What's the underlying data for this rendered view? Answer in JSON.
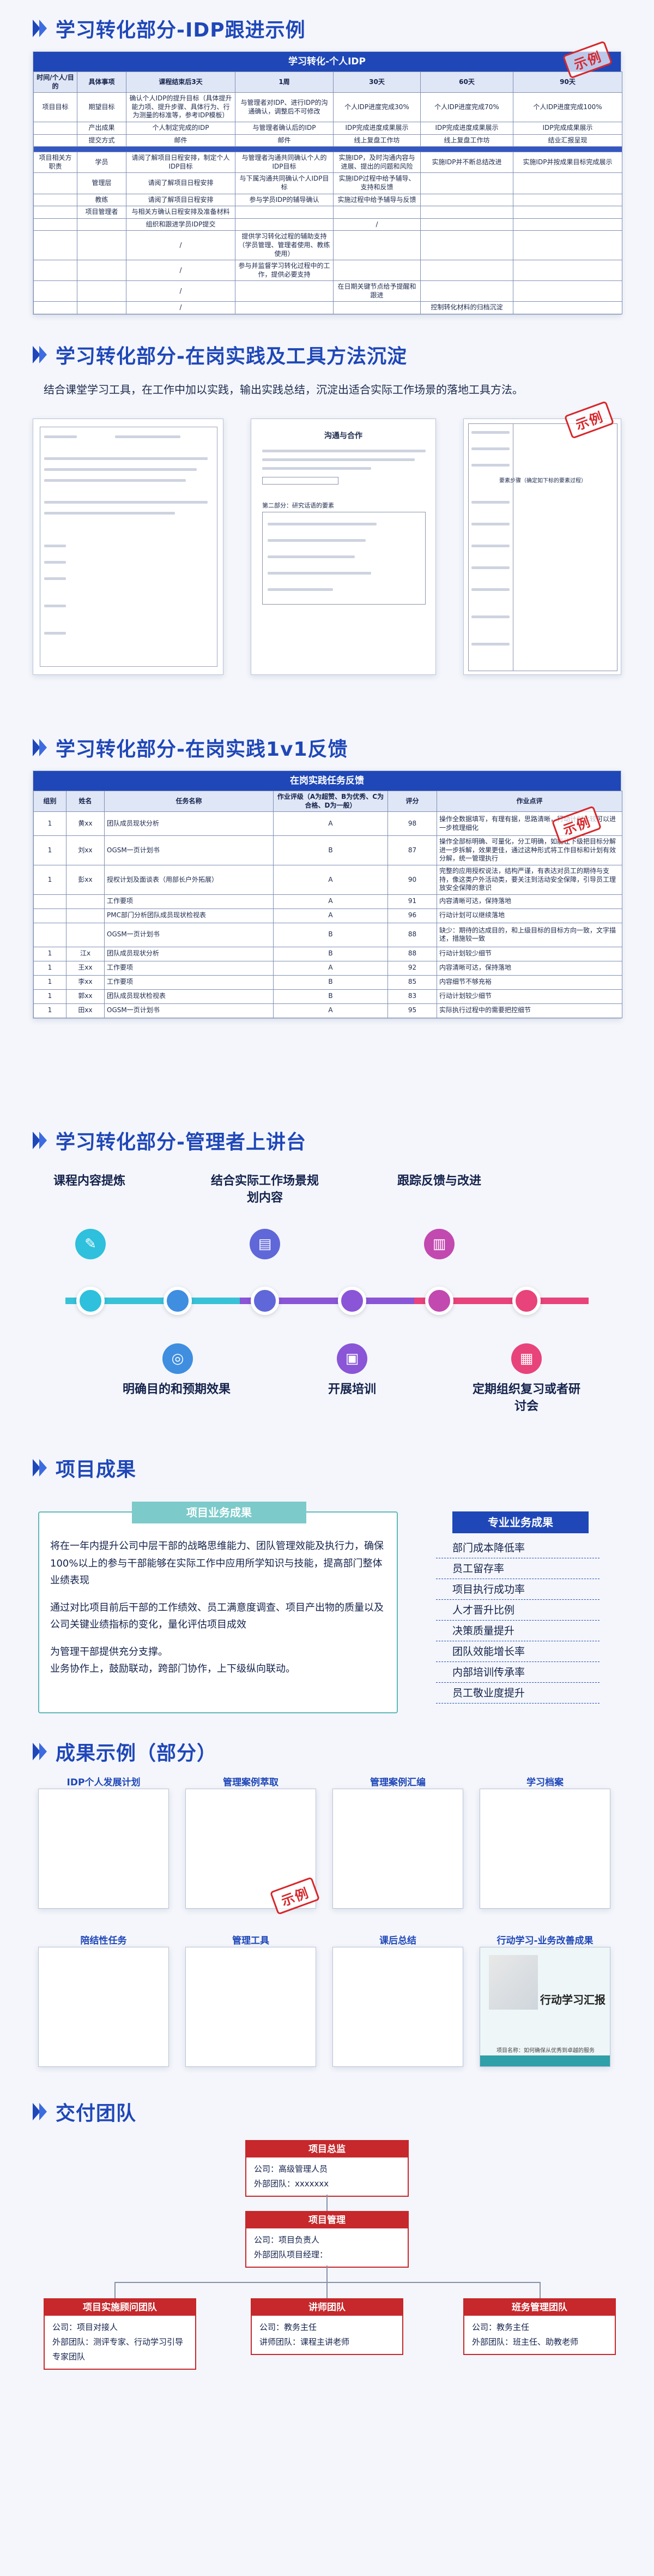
{
  "sections": {
    "idp": "学习转化部分-IDP跟进示例",
    "practice": "学习转化部分-在岗实践及工具方法沉淀",
    "feedback": "学习转化部分-在岗实践1v1反馈",
    "lecture": "学习转化部分-管理者上讲台",
    "results": "项目成果",
    "examples": "成果示例（部分）",
    "team": "交付团队"
  },
  "stamp": "示例",
  "idp": {
    "title": "学习转化-个人IDP",
    "head": [
      "时间/个人/目的",
      "具体事项",
      "课程结束后3天",
      "1周",
      "30天",
      "60天",
      "90天"
    ],
    "rows": [
      [
        "项目目标",
        "期望目标",
        "确认个人IDP的提升目标（具体提升能力项、提升步骤、具体行为、行为测量的标准等，参考IDP模板）",
        "与管理者对IDP、进行IDP的沟通确认，调整后不可修改",
        "个人IDP进度完成30%",
        "个人IDP进度完成70%",
        "个人IDP进度完成100%"
      ],
      [
        "",
        "产出成果",
        "个人制定完成的IDP",
        "与管理者确认后的IDP",
        "IDP完成进度成果展示",
        "IDP完成进度成果展示",
        "IDP完成成果展示"
      ],
      [
        "",
        "提交方式",
        "邮件",
        "邮件",
        "线上复盘工作坊",
        "线上复盘工作坊",
        "结业汇报呈现"
      ]
    ],
    "roles": [
      [
        "项目相关方职责",
        "学员",
        "请阅了解项目日程安排，制定个人IDP目标",
        "与管理者沟通共同确认个人的IDP目标",
        "实施IDP，及时沟通内容与进展、提出的问题和风险",
        "实施IDP并不断总结改进",
        "实施IDP并按成果目标完成展示"
      ],
      [
        "",
        "管理层",
        "请阅了解项目日程安排",
        "与下属沟通共同确认个人IDP目标",
        "实施IDP过程中给予辅导、支持和反馈",
        "",
        ""
      ],
      [
        "",
        "教练",
        "请阅了解项目日程安排",
        "参与学员IDP的辅导确认",
        "实施过程中给予辅导与反馈",
        "",
        ""
      ],
      [
        "",
        "项目管理者",
        "与相关方确认日程安排及准备材料",
        "",
        "",
        "",
        ""
      ],
      [
        "",
        "",
        "组织和跟进学员IDP提交",
        "",
        "/",
        "",
        ""
      ],
      [
        "",
        "",
        "/",
        "提供学习转化过程的辅助支持（学员管理、管理者使用、教练使用）",
        "",
        "",
        ""
      ],
      [
        "",
        "",
        "/",
        "参与并监督学习转化过程中的工作，提供必要支持",
        "",
        "",
        ""
      ],
      [
        "",
        "",
        "/",
        "",
        "在日期关键节点给予提醒和跟进",
        "",
        ""
      ],
      [
        "",
        "",
        "/",
        "",
        "",
        "控制转化材料的归档沉淀",
        ""
      ]
    ]
  },
  "practice": {
    "intro": "结合课堂学习工具，在工作中加以实践，输出实践总结，沉淀出适合实际工作场景的落地工具方法。",
    "doc2_title": "沟通与合作",
    "doc2_section": "第二部分：研究话语的要素",
    "doc3_step": "要素步骤（确定如下标的要素过程）"
  },
  "feedback": {
    "title": "在岗实践任务反馈",
    "headers": [
      "组别",
      "姓名",
      "任务名称",
      "作业评级（A为超赞、B为优秀、C为合格、D为一般）",
      "评分",
      "作业点评"
    ],
    "rows": [
      [
        "1",
        "黄xx",
        "团队成员现状分析",
        "A",
        "98",
        "操作全数据填写，有理有据，思路清晰，行动计划比较可以进一步梳理细化"
      ],
      [
        "1",
        "刘xx",
        "OGSM一页计划书",
        "B",
        "87",
        "操作全部标明确、可量化，分工明确，如能让下级把目标分解进一步拆解，效果更佳，通过这种形式将工作目标和计划有效分解，统一管理执行"
      ],
      [
        "1",
        "彭xx",
        "授权计划及面谈表（用部长户外拓展）",
        "A",
        "90",
        "完整的应用授权说法，结构严谨，有表达对员工的期待与支持，像这类户外活动类，要关注到活动安全保障，引导员工理放安全保障的意识"
      ],
      [
        "",
        "",
        "工作要项",
        "A",
        "91",
        "内容清晰可达，保持落地"
      ],
      [
        "",
        "",
        "PMC部门分析团队成员现状检视表",
        "A",
        "96",
        "行动计划可以继续落地"
      ],
      [
        "",
        "",
        "OGSM一页计划书",
        "B",
        "88",
        "缺少：期待的达成目的，和上级目标的目标方向一致，文字描述，措施较一致"
      ],
      [
        "1",
        "江x",
        "团队成员现状分析",
        "B",
        "88",
        "行动计划较少细节"
      ],
      [
        "1",
        "王xx",
        "工作要项",
        "A",
        "92",
        "内容清晰可达，保持落地"
      ],
      [
        "1",
        "李xx",
        "工作要项",
        "B",
        "85",
        "内容细节不够充裕"
      ],
      [
        "1",
        "郭xx",
        "团队成员现状检视表",
        "B",
        "83",
        "行动计划较少细节"
      ],
      [
        "1",
        "田xx",
        "OGSM一页计划书",
        "A",
        "95",
        "实际执行过程中的需要把控细节"
      ]
    ]
  },
  "lecture": {
    "top": [
      "课程内容提炼",
      "结合实际工作场景规划内容",
      "跟踪反馈与改进"
    ],
    "bottom": [
      "明确目的和预期效果",
      "开展培训",
      "定期组织复习或者研讨会"
    ]
  },
  "results": {
    "left_title": "项目业务成果",
    "left_paras": [
      "将在一年内提升公司中层干部的战略思维能力、团队管理效能及执行力，确保100%以上的参与干部能够在实际工作中应用所学知识与技能，提高部门整体业绩表现",
      "通过对比项目前后干部的工作绩效、员工满意度调查、项目产出物的质量以及公司关键业绩指标的变化，量化评估项目成效",
      "为管理干部提供充分支撑。",
      "业务协作上，鼓励联动，跨部门协作，上下级纵向联动。"
    ],
    "right_title": "专业业务成果",
    "right_items": [
      "部门成本降低率",
      "员工留存率",
      "项目执行成功率",
      "人才晋升比例",
      "决策质量提升",
      "团队效能增长率",
      "内部培训传承率",
      "员工敬业度提升"
    ]
  },
  "examples": {
    "items": [
      "IDP个人发展计划",
      "管理案例萃取",
      "管理案例汇编",
      "学习档案",
      "陪结性任务",
      "管理工具",
      "课后总结",
      "行动学习-业务改善成果"
    ],
    "report_title": "行动学习汇报",
    "report_sub": "项目名称：如何确保从优秀到卓越的服务"
  },
  "team": {
    "top": {
      "title": "项目总监",
      "lines": [
        "公司：高级管理人员",
        "外部团队：xxxxxxx"
      ]
    },
    "mid": {
      "title": "项目管理",
      "lines": [
        "公司：项目负责人",
        "外部团队项目经理："
      ]
    },
    "bottom": [
      {
        "title": "项目实施顾问团队",
        "lines": [
          "公司：项目对接人",
          "外部团队：测评专家、行动学习引导专家团队"
        ]
      },
      {
        "title": "讲师团队",
        "lines": [
          "公司：教务主任",
          "讲师团队：课程主讲老师"
        ]
      },
      {
        "title": "班务管理团队",
        "lines": [
          "公司：教务主任",
          "外部团队：班主任、助教老师"
        ]
      }
    ]
  }
}
